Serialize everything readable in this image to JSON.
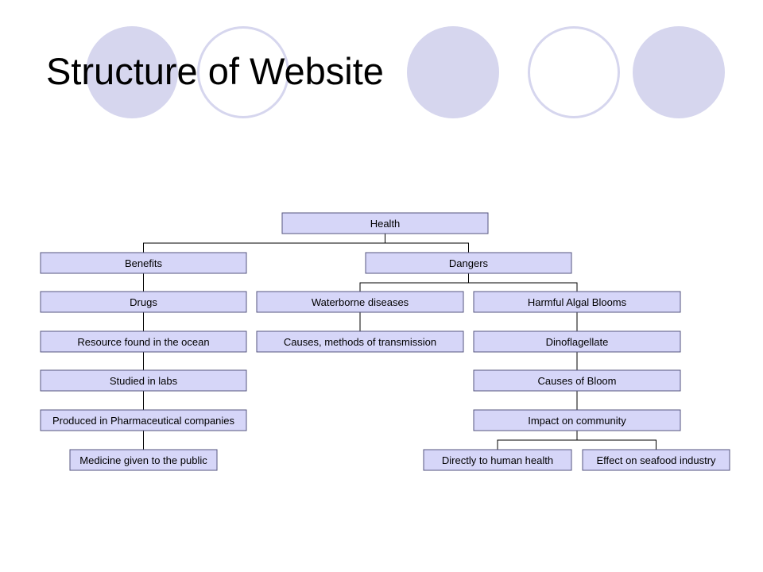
{
  "slide": {
    "title": "Structure of Website",
    "accent_color": "#d6d6ee",
    "node_fill": "#d6d6f8",
    "node_border": "#55557f"
  },
  "diagram": {
    "nodes": {
      "health": "Health",
      "benefits": "Benefits",
      "dangers": "Dangers",
      "drugs": "Drugs",
      "waterborne": "Waterborne diseases",
      "hab": "Harmful Algal Blooms",
      "resource": "Resource found in the ocean",
      "causes_transmission": "Causes, methods of transmission",
      "dinoflagellate": "Dinoflagellate",
      "labs": "Studied in labs",
      "causes_bloom": "Causes of Bloom",
      "pharma": "Produced in Pharmaceutical companies",
      "impact": "Impact on community",
      "medicine": "Medicine given to the public",
      "human_health": "Directly to human health",
      "seafood": "Effect on seafood industry"
    },
    "edges": [
      [
        "health",
        "benefits"
      ],
      [
        "health",
        "dangers"
      ],
      [
        "benefits",
        "drugs"
      ],
      [
        "drugs",
        "resource"
      ],
      [
        "resource",
        "labs"
      ],
      [
        "labs",
        "pharma"
      ],
      [
        "pharma",
        "medicine"
      ],
      [
        "dangers",
        "waterborne"
      ],
      [
        "dangers",
        "hab"
      ],
      [
        "waterborne",
        "causes_transmission"
      ],
      [
        "hab",
        "dinoflagellate"
      ],
      [
        "dinoflagellate",
        "causes_bloom"
      ],
      [
        "causes_bloom",
        "impact"
      ],
      [
        "impact",
        "human_health"
      ],
      [
        "impact",
        "seafood"
      ]
    ]
  }
}
